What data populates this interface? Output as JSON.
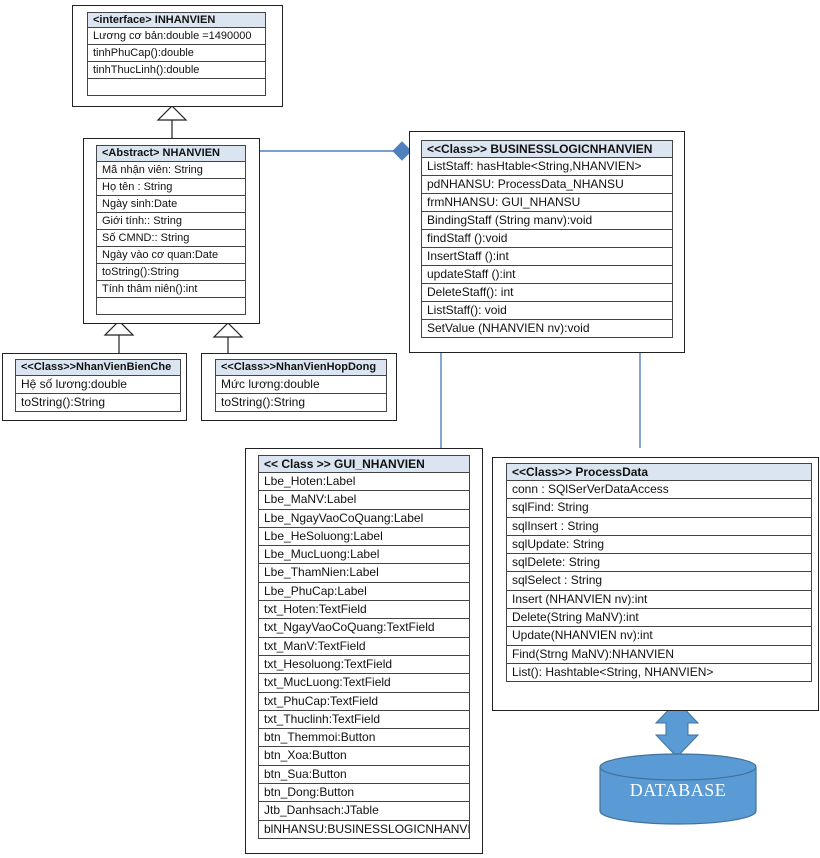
{
  "colors": {
    "header_fill": "#dbe5f1",
    "connector": "#4f81bd",
    "database_fill": "#5b9bd5",
    "database_stroke": "#41719c"
  },
  "interface_nhanvien": {
    "title": "<interface> INHANVIEN",
    "rows": [
      "Lương cơ bản:double =1490000",
      "tinhPhuCap():double",
      "tinhThucLinh():double",
      ""
    ]
  },
  "abstract_nhanvien": {
    "title": "<Abstract> NHANVIEN",
    "rows": [
      "Mã nhận viên: String",
      "Họ tên : String",
      "Ngày sinh:Date",
      "Giới tính:: String",
      "Số CMND:: String",
      "Ngày vào cơ quan:Date",
      "toString():String",
      "Tính thâm niên():int",
      ""
    ]
  },
  "nhanvien_bien_che": {
    "title": "<<Class>>NhanVienBienChe",
    "rows": [
      "Hệ số lương:double",
      "toString():String"
    ]
  },
  "nhanvien_hop_dong": {
    "title": "<<Class>>NhanVienHopDong",
    "rows": [
      "Mức lương:double",
      "toString():String"
    ]
  },
  "business_logic": {
    "title": "<<Class>>  BUSINESSLOGICNHANVIEN",
    "rows": [
      "ListStaff:  hasHtable<String,NHANVIEN>",
      "pdNHANSU:  ProcessData_NHANSU",
      "frmNHANSU:  GUI_NHANSU",
      "BindingStaff (String manv):void",
      "findStaff ():void",
      "InsertStaff ():int",
      "updateStaff ():int",
      "DeleteStaff(): int",
      "ListStaff(): void",
      "SetValue (NHANVIEN nv):void"
    ]
  },
  "gui_nhanvien": {
    "title": "<< Class >>  GUI_NHANVIEN",
    "rows": [
      "Lbe_Hoten:Label",
      "Lbe_MaNV:Label",
      "Lbe_NgayVaoCoQuang:Label",
      "Lbe_HeSoluong:Label",
      "Lbe_MucLuong:Label",
      "Lbe_ThamNien:Label",
      "Lbe_PhuCap:Label",
      "txt_Hoten:TextField",
      "txt_NgayVaoCoQuang:TextField",
      "txt_ManV:TextField",
      "txt_Hesoluong:TextField",
      "txt_MucLuong:TextField",
      "txt_PhuCap:TextField",
      "txt_Thuclinh:TextField",
      "btn_Themmoi:Button",
      "btn_Xoa:Button",
      "btn_Sua:Button",
      "btn_Dong:Button",
      "Jtb_Danhsach:JTable",
      "blNHANSU:BUSINESSLOGICNHANVIEN"
    ]
  },
  "process_data": {
    "title": "<<Class>> ProcessData",
    "rows": [
      "conn : SQlSerVerDataAccess",
      "sqlFind: String",
      "sqlInsert :  String",
      "sqlUpdate:  String",
      "sqlDelete:  String",
      "sqlSelect :  String",
      "Insert (NHANVIEN nv):int",
      "Delete(String MaNV):int",
      "Update(NHANVIEN nv):int",
      "Find(Strng MaNV):NHANVIEN",
      "List(): Hashtable<String, NHANVIEN>"
    ]
  },
  "database": {
    "label": "DATABASE"
  }
}
